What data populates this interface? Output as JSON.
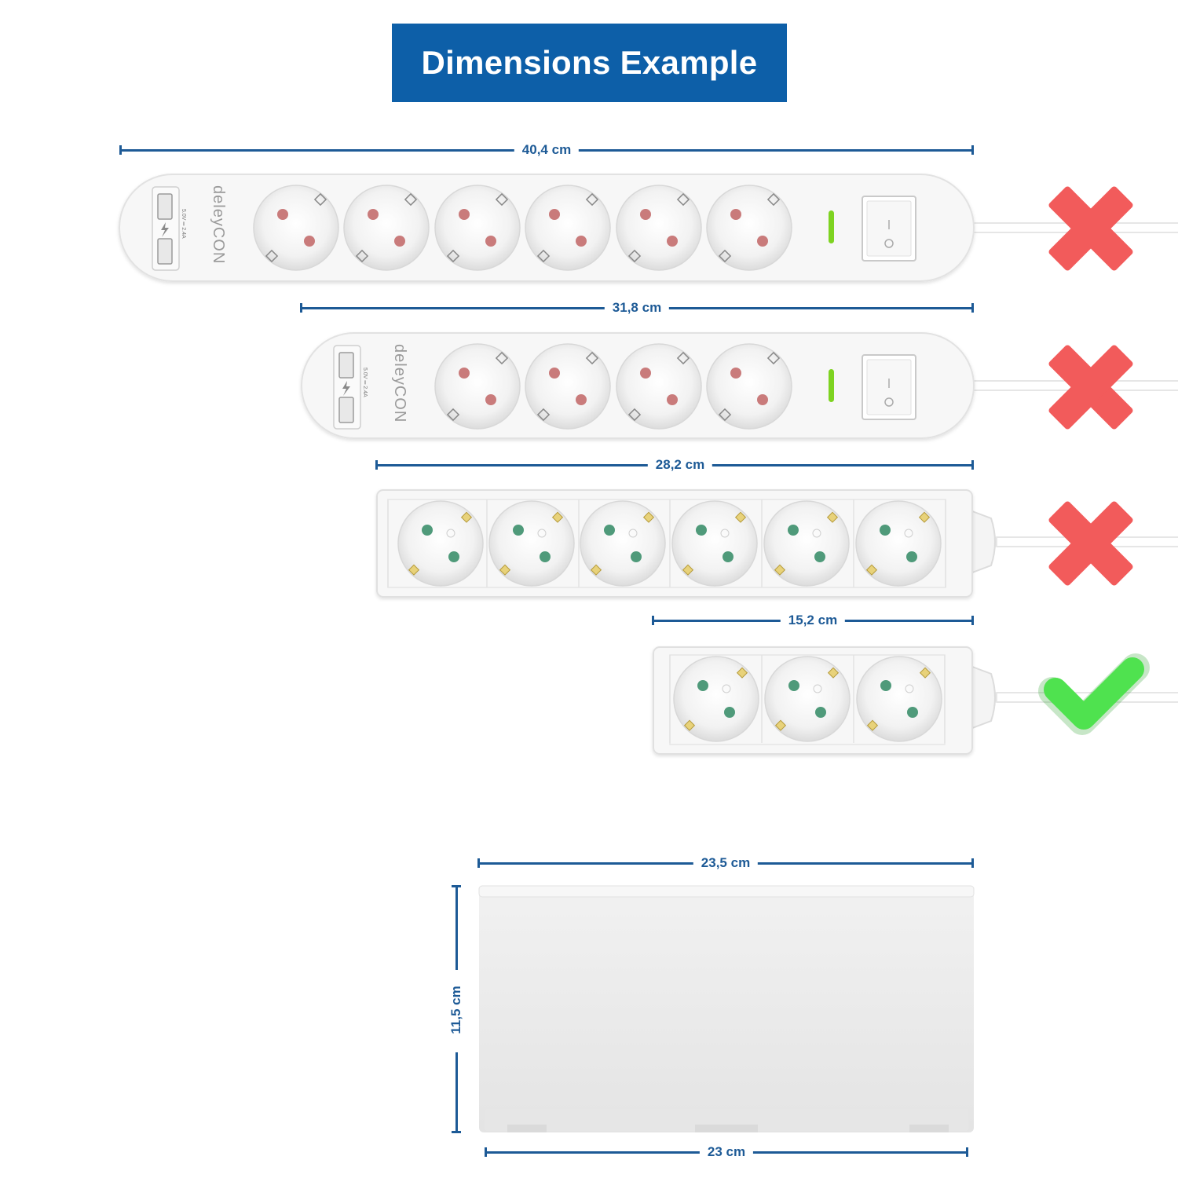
{
  "header": {
    "title": "Dimensions Example"
  },
  "strips": [
    {
      "length": "40,4 cm",
      "sockets": 6,
      "usb_ports": 2,
      "brand": "deleyCON",
      "usb_spec": "5.0V ═ 2.4A",
      "verdict": "no"
    },
    {
      "length": "31,8 cm",
      "sockets": 4,
      "usb_ports": 2,
      "brand": "deleyCON",
      "usb_spec": "5.0V ═ 2.4A",
      "verdict": "no"
    },
    {
      "length": "28,2 cm",
      "sockets": 6,
      "usb_ports": 0,
      "verdict": "no"
    },
    {
      "length": "15,2 cm",
      "sockets": 3,
      "usb_ports": 0,
      "verdict": "yes"
    }
  ],
  "box": {
    "top_width": "23,5 cm",
    "bottom_width": "23 cm",
    "height": "11,5 cm"
  },
  "colors": {
    "accent_blue": "#0d5fa8",
    "dimension_blue": "#1d5a96",
    "cross_red": "#f25b5b",
    "check_green": "#4fe24f",
    "led_green": "#7ed321"
  },
  "icons": {
    "no": "cross-icon",
    "yes": "check-icon"
  }
}
